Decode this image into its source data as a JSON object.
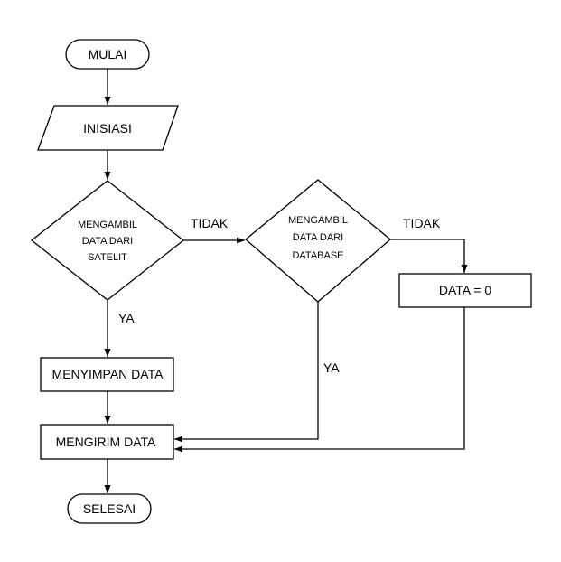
{
  "nodes": {
    "start": "MULAI",
    "init": "INISIASI",
    "decision_satellite": [
      "MENGAMBIL",
      "DATA DARI",
      "SATELIT"
    ],
    "decision_database": [
      "MENGAMBIL",
      "DATA DARI",
      "DATABASE"
    ],
    "data_zero": "DATA = 0",
    "save_data": "MENYIMPAN  DATA",
    "send_data": "MENGIRIM DATA",
    "end": "SELESAI"
  },
  "edges": {
    "satellite_no": "TIDAK",
    "database_no": "TIDAK",
    "satellite_yes": "YA",
    "database_yes": "YA"
  }
}
